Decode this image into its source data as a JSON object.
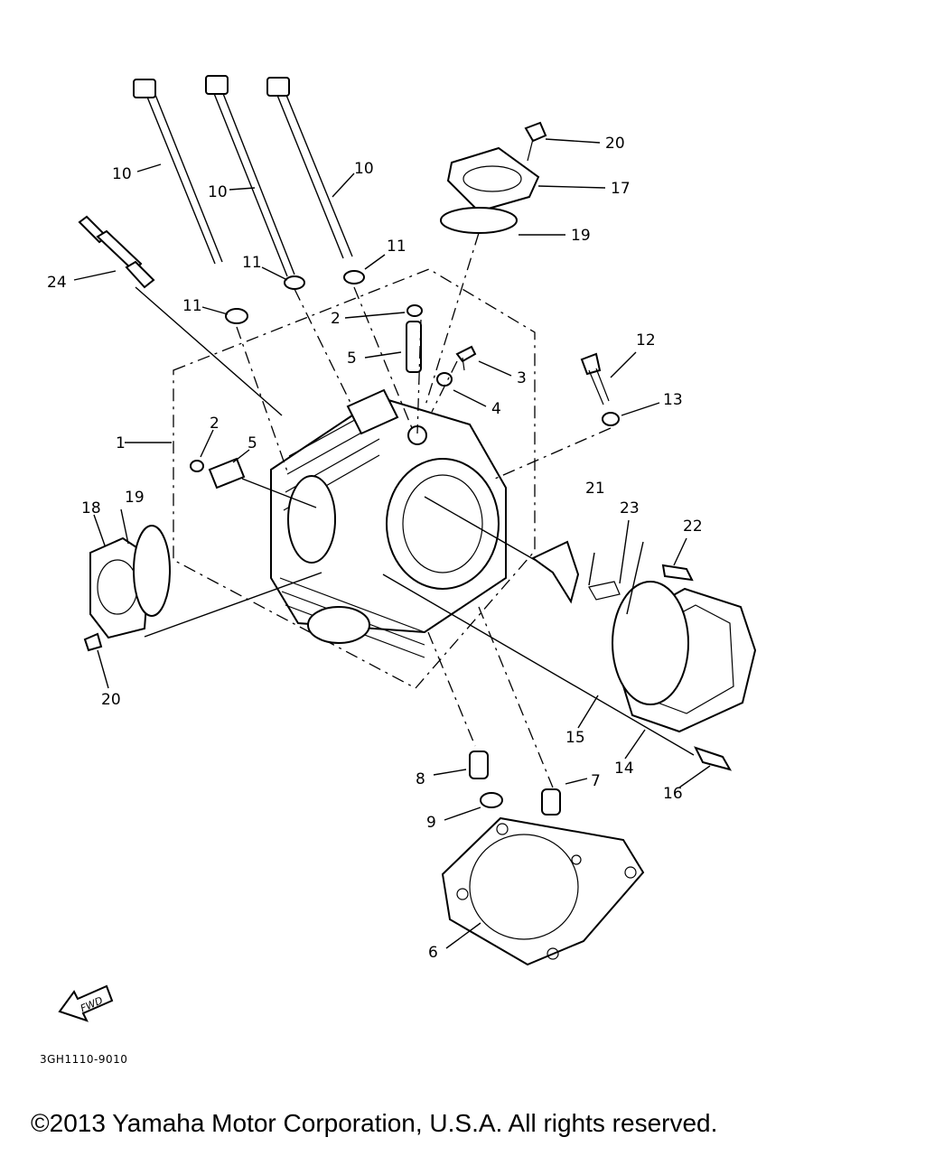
{
  "callouts": {
    "c1": "1",
    "c2a": "2",
    "c2b": "2",
    "c3": "3",
    "c4": "4",
    "c5a": "5",
    "c5b": "5",
    "c6": "6",
    "c7": "7",
    "c8": "8",
    "c9": "9",
    "c10a": "10",
    "c10b": "10",
    "c10c": "10",
    "c11a": "11",
    "c11b": "11",
    "c11c": "11",
    "c12": "12",
    "c13": "13",
    "c14": "14",
    "c15": "15",
    "c16": "16",
    "c17": "17",
    "c18": "18",
    "c19a": "19",
    "c19b": "19",
    "c20a": "20",
    "c20b": "20",
    "c21": "21",
    "c22": "22",
    "c23": "23",
    "c24": "24"
  },
  "fwd_label": "FWD",
  "diagram_code": "3GH1110-9010",
  "copyright": "©2013 Yamaha Motor Corporation, U.S.A. All rights reserved."
}
